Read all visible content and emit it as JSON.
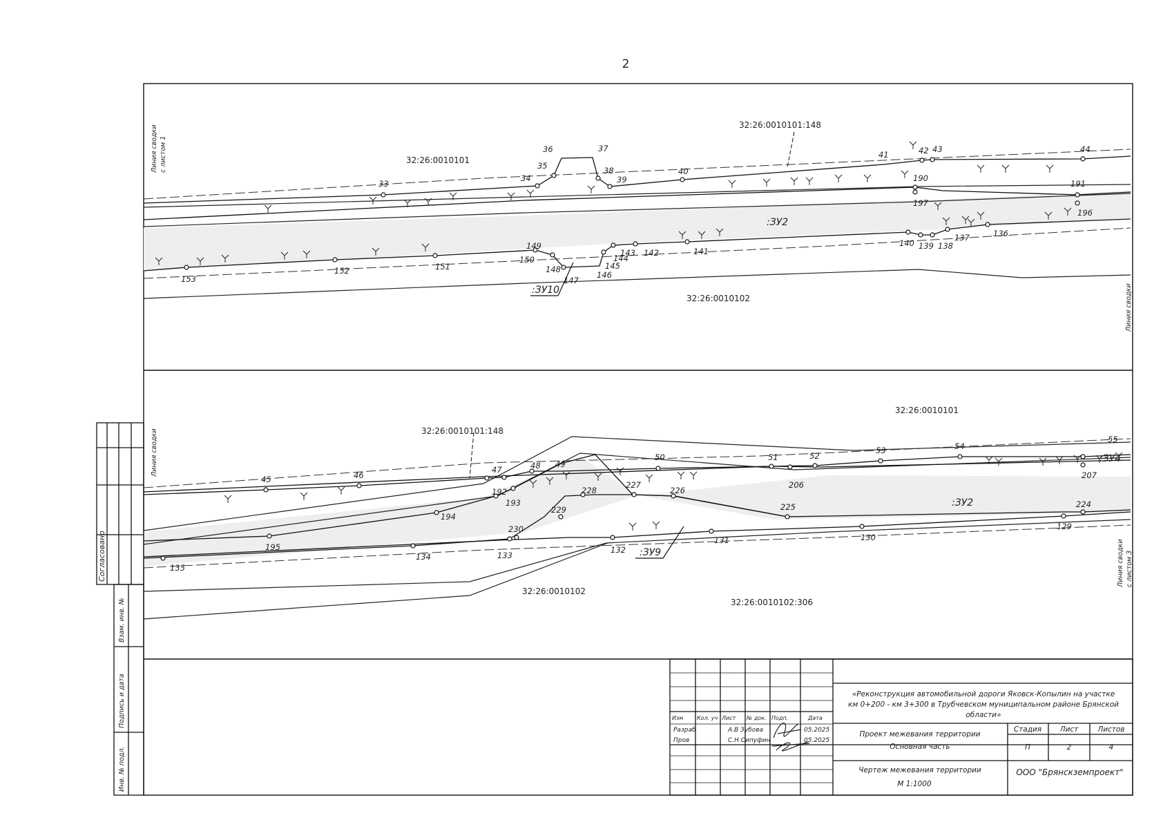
{
  "page_number": "2",
  "top_panel": {
    "parcels": [
      "32:26:0010101",
      "32:26:0010101:148",
      "32:26:0010102"
    ],
    "zones": [
      ":ЗУ2",
      ":ЗУ10"
    ],
    "edge_left": "Линия сводки\nс листом 1",
    "edge_right": "Линия сводки",
    "points": [
      "33",
      "34",
      "35",
      "36",
      "37",
      "38",
      "39",
      "40",
      "41",
      "42",
      "43",
      "44",
      "190",
      "191",
      "197",
      "196",
      "140",
      "139",
      "138",
      "137",
      "136",
      "153",
      "152",
      "151",
      "150",
      "149",
      "148",
      "147",
      "146",
      "145",
      "144",
      "143",
      "142",
      "141"
    ]
  },
  "bottom_panel": {
    "parcels": [
      "32:26:0010101:148",
      "32:26:0010101",
      "32:26:0010102",
      "32:26:0010102:306"
    ],
    "zones": [
      ":ЗУ2",
      ":ЗУ4",
      ":ЗУ9"
    ],
    "edge_left": "Линия сводки",
    "edge_right": "Линия сводки\nс листом 3",
    "points": [
      "45",
      "46",
      "47",
      "48",
      "49",
      "50",
      "51",
      "52",
      "53",
      "54",
      "55",
      "192",
      "193",
      "194",
      "195",
      "135",
      "134",
      "133",
      "230",
      "229",
      "228",
      "227",
      "226",
      "225",
      "224",
      "207",
      "206",
      "129",
      "130",
      "131",
      "132"
    ]
  },
  "side_stamp": {
    "agreed": "Согласовано",
    "vzam_inv": "Взам. инв. №",
    "sign_date": "Подпись и дата",
    "inv_podl": "Инв. № подл."
  },
  "title_block": {
    "headers": [
      "Изм",
      "Кол. уч",
      "Лист",
      "№ док.",
      "Подп.",
      "Дата"
    ],
    "rows": [
      {
        "role": "Разраб",
        "name": "А.В Зубова",
        "date": "05.2025"
      },
      {
        "role": "Пров",
        "name": "С.Н Сипуфин",
        "date": "05.2025"
      }
    ],
    "project_title": "«Реконструкция автомобильной дороги Яковск-Копылин на участке км 0+200 - км 3+300 в Трубчевском муниципальном районе Брянской области»",
    "project_line1": "«Реконструкция автомобильной дороги Яковск-Копылин на участке",
    "project_line2": "км 0+200 - км 3+300 в Трубчевском муниципальном районе Брянской",
    "project_line3": "области»",
    "section_1": "Проект межевания территории",
    "section_2": "Основная часть",
    "stage_label": "Стадия",
    "sheet_label": "Лист",
    "sheets_label": "Листов",
    "stage": "П",
    "sheet": "2",
    "sheets": "4",
    "drawing_name": "Чертеж межевания территории",
    "scale": "М 1:1000",
    "company": "ООО \"Брянскземпроект\""
  }
}
